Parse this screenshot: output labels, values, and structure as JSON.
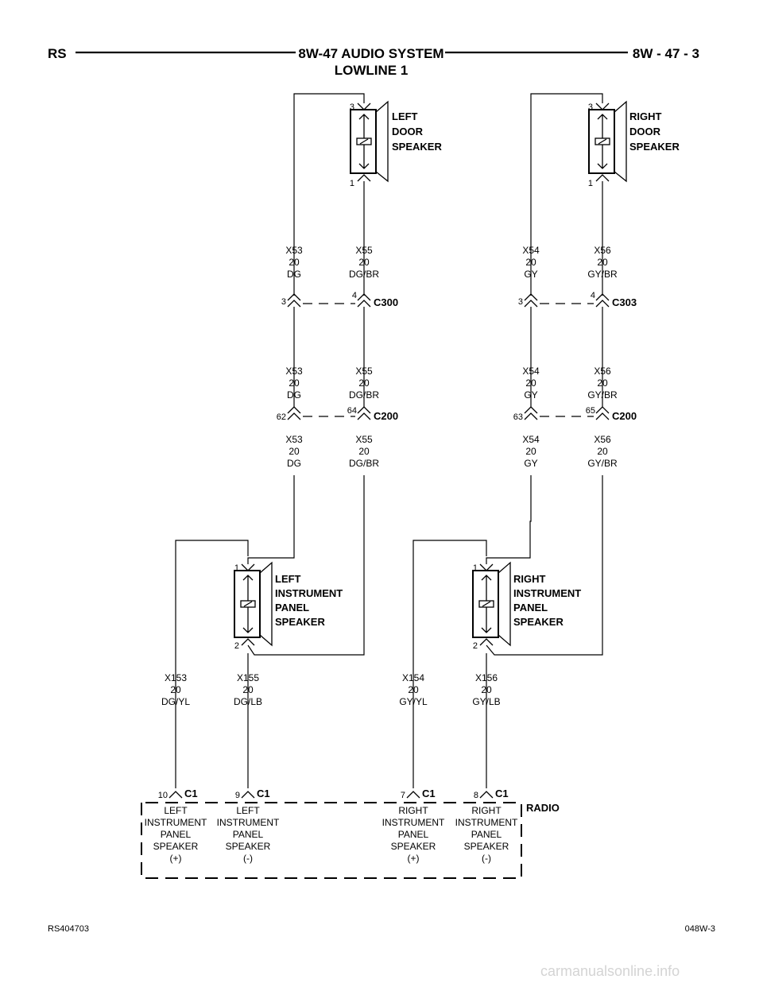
{
  "header": {
    "left": "RS",
    "title": "8W-47 AUDIO SYSTEM",
    "subtitle": "LOWLINE 1",
    "right": "8W - 47 - 3"
  },
  "footer": {
    "left": "RS404703",
    "right": "048W-3"
  },
  "watermark": "carmanualsonline.info",
  "speakers": {
    "left_door": {
      "lines": [
        "LEFT",
        "DOOR",
        "SPEAKER"
      ],
      "pin_top": "3",
      "pin_bottom": "1"
    },
    "right_door": {
      "lines": [
        "RIGHT",
        "DOOR",
        "SPEAKER"
      ],
      "pin_top": "3",
      "pin_bottom": "1"
    },
    "left_ip": {
      "lines": [
        "LEFT",
        "INSTRUMENT",
        "PANEL",
        "SPEAKER"
      ],
      "pin_top": "1",
      "pin_bottom": "2"
    },
    "right_ip": {
      "lines": [
        "RIGHT",
        "INSTRUMENT",
        "PANEL",
        "SPEAKER"
      ],
      "pin_top": "1",
      "pin_bottom": "2"
    }
  },
  "connectors": {
    "c300": {
      "name": "C300",
      "pin_a": "3",
      "pin_b": "4"
    },
    "c303": {
      "name": "C303",
      "pin_a": "3",
      "pin_b": "4"
    },
    "c200_left": {
      "name": "C200",
      "pin_a": "62",
      "pin_b": "64"
    },
    "c200_right": {
      "name": "C200",
      "pin_a": "63",
      "pin_b": "65"
    }
  },
  "wires": {
    "x53_top": [
      "X53",
      "20",
      "DG"
    ],
    "x55_top": [
      "X55",
      "20",
      "DG/BR"
    ],
    "x54_top": [
      "X54",
      "20",
      "GY"
    ],
    "x56_top": [
      "X56",
      "20",
      "GY/BR"
    ],
    "x53_mid": [
      "X53",
      "20",
      "DG"
    ],
    "x55_mid": [
      "X55",
      "20",
      "DG/BR"
    ],
    "x54_mid": [
      "X54",
      "20",
      "GY"
    ],
    "x56_mid": [
      "X56",
      "20",
      "GY/BR"
    ],
    "x53_low": [
      "X53",
      "20",
      "DG"
    ],
    "x55_low": [
      "X55",
      "20",
      "DG/BR"
    ],
    "x54_low": [
      "X54",
      "20",
      "GY"
    ],
    "x56_low": [
      "X56",
      "20",
      "GY/BR"
    ],
    "x153": [
      "X153",
      "20",
      "DG/YL"
    ],
    "x155": [
      "X155",
      "20",
      "DG/LB"
    ],
    "x154": [
      "X154",
      "20",
      "GY/YL"
    ],
    "x156": [
      "X156",
      "20",
      "GY/LB"
    ]
  },
  "radio": {
    "name": "RADIO",
    "pins": [
      {
        "num": "10",
        "conn": "C1",
        "lines": [
          "LEFT",
          "INSTRUMENT",
          "PANEL",
          "SPEAKER",
          "(+)"
        ]
      },
      {
        "num": "9",
        "conn": "C1",
        "lines": [
          "LEFT",
          "INSTRUMENT",
          "PANEL",
          "SPEAKER",
          "(-)"
        ]
      },
      {
        "num": "7",
        "conn": "C1",
        "lines": [
          "RIGHT",
          "INSTRUMENT",
          "PANEL",
          "SPEAKER",
          "(+)"
        ]
      },
      {
        "num": "8",
        "conn": "C1",
        "lines": [
          "RIGHT",
          "INSTRUMENT",
          "PANEL",
          "SPEAKER",
          "(-)"
        ]
      }
    ]
  }
}
